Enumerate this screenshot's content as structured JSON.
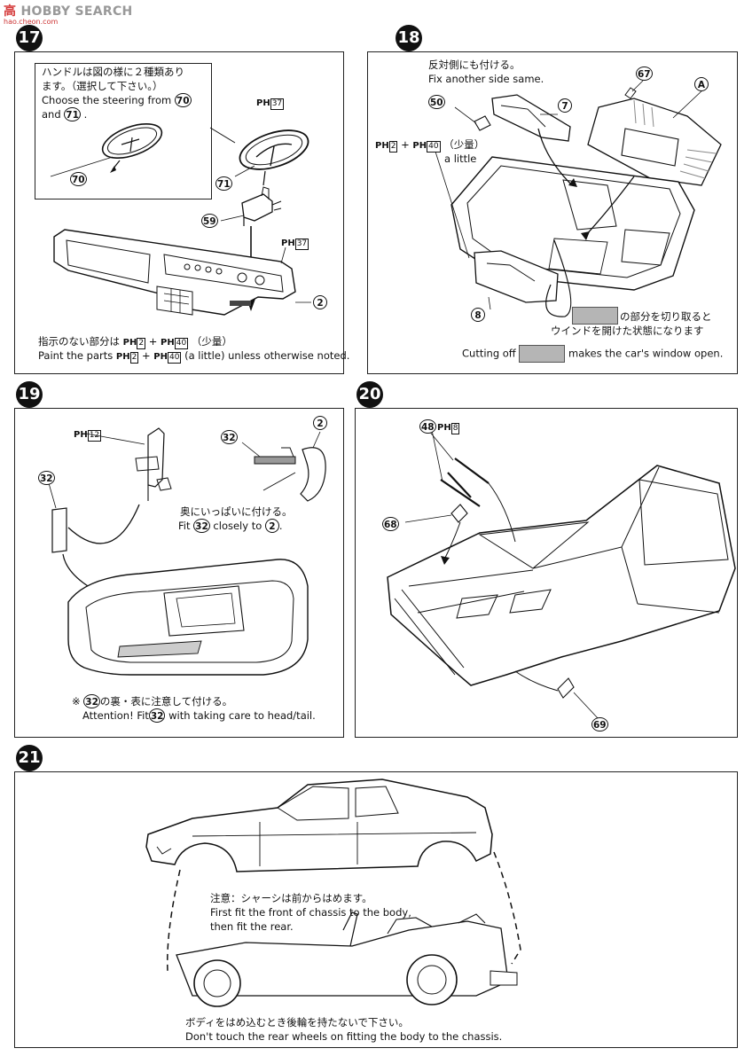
{
  "watermark": {
    "logo": "高",
    "text": "HOBBY SEARCH",
    "url": "hao.cheon.com"
  },
  "steps": [
    {
      "num": "17"
    },
    {
      "num": "18"
    },
    {
      "num": "19"
    },
    {
      "num": "20"
    },
    {
      "num": "21"
    }
  ],
  "s17": {
    "note_jp_1": "ハンドルは図の様に２種類あり",
    "note_jp_2": "ます。（選択して下さい。）",
    "note_en_1": "Choose the steering from",
    "note_en_2": "and",
    "part_70": "70",
    "part_71": "71",
    "part_59": "59",
    "part_2": "2",
    "ph_37": "37",
    "ph": "PH",
    "footer_jp": "指示のない部分は",
    "footer_jp_amt": "（少量）",
    "footer_en_pre": "Paint the parts",
    "footer_en_post": "(a little) unless otherwise noted.",
    "ph_2": "2",
    "ph_40": "40"
  },
  "s18": {
    "note_jp": "反対側にも付ける。",
    "note_en": "Fix another side same.",
    "part_50": "50",
    "part_7": "7",
    "part_67": "67",
    "part_A": "A",
    "part_8": "8",
    "ph_2": "2",
    "ph_40": "40",
    "amt_jp": "（少量）",
    "amt_en": "a little",
    "cut_jp_1": "の部分を切り取ると",
    "cut_jp_2": "ウインドを開けた状態になります",
    "cut_en_pre": "Cutting off",
    "cut_en_post": "makes the car's window open."
  },
  "s19": {
    "ph_12": "12",
    "part_32": "32",
    "part_2": "2",
    "fit_jp": "奥にいっぱいに付ける。",
    "fit_en_pre": "Fit",
    "fit_en_mid": "closely to",
    "warn_jp_pre": "※",
    "warn_jp_post": "の裏・表に注意して付ける。",
    "warn_en_pre": "Attention!  Fit",
    "warn_en_post": "with taking care to head/tail."
  },
  "s20": {
    "part_48": "48",
    "ph_8": "8",
    "part_68": "68",
    "part_69": "69"
  },
  "s21": {
    "note_jp": "注意：シャーシは前からはめます。",
    "note_en_1": "First fit the front of chassis to the body,",
    "note_en_2": "then fit the rear.",
    "bottom_jp": "ボディをはめ込むとき後輪を持たないで下さい。",
    "bottom_en": "Don't touch the rear wheels on fitting the body to the chassis."
  }
}
